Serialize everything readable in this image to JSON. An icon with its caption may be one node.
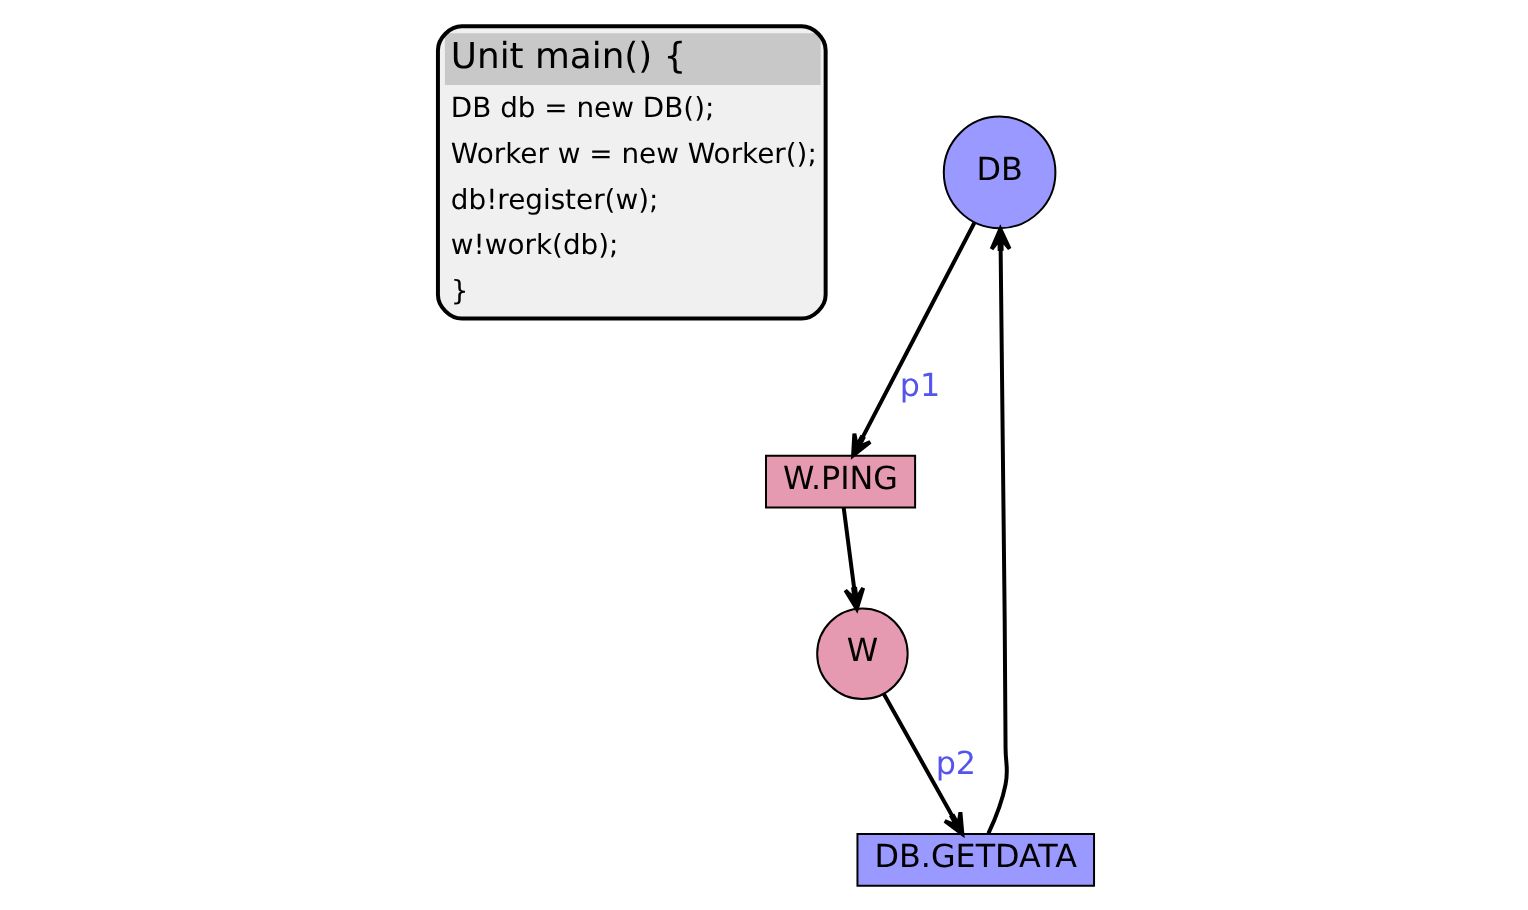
{
  "diagram": {
    "nodes": [
      {
        "text": [
          "Unit main() {",
          "DB db = new DB();",
          "Worker w = new Worker();",
          "db!register(w);",
          "w!work(db);",
          "}"
        ]
      },
      {
        "text": [
          "DB"
        ]
      },
      {
        "text": [
          "W"
        ]
      },
      {
        "text": [
          "W.PING"
        ]
      },
      {
        "text": [
          "DB.GETDATA"
        ]
      }
    ],
    "edges": [
      {
        "from": 1,
        "to": 3,
        "arrow": "to",
        "label": "p1"
      },
      {
        "from": 2,
        "to": 4,
        "arrow": "to",
        "label": "p2"
      },
      {
        "from": 3,
        "to": 2,
        "arrow": "to"
      },
      {
        "from": 4,
        "to": 1,
        "arrow": "to"
      }
    ]
  }
}
